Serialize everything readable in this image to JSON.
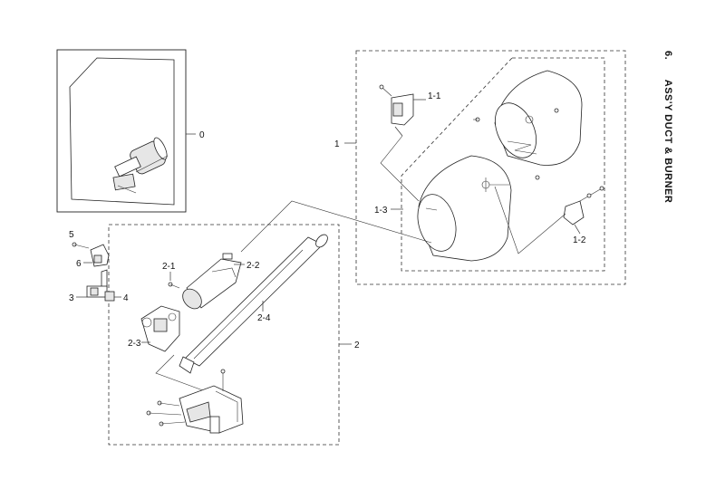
{
  "title": {
    "section": "6.",
    "text": "ASS'Y DUCT & BURNER"
  },
  "labels": {
    "assembly": "0",
    "duct": "1",
    "bracket_1_1": "1-1",
    "bracket_1_2": "1-2",
    "duct_shell_1_3": "1-3",
    "burner": "2",
    "part_2_1": "2-1",
    "part_2_2": "2-2",
    "part_2_3": "2-3",
    "part_2_4": "2-4",
    "part_3": "3",
    "part_4": "4",
    "part_5": "5",
    "part_6": "6"
  }
}
